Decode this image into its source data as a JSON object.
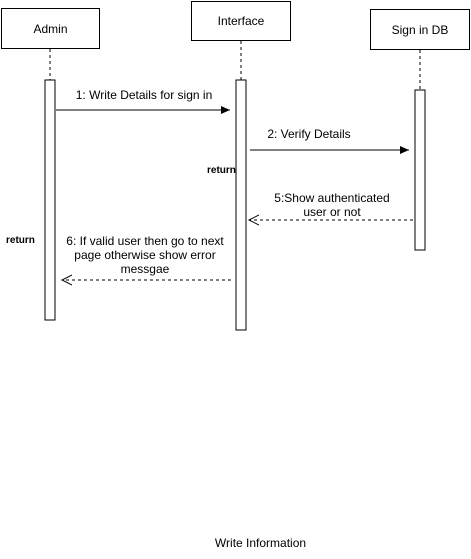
{
  "lifelines": [
    {
      "name": "Admin"
    },
    {
      "name": "Interface"
    },
    {
      "name": "Sign in DB"
    }
  ],
  "messages": [
    {
      "lines": [
        "1: Write Details for sign in"
      ],
      "style": "solid"
    },
    {
      "lines": [
        "2: Verify Details"
      ],
      "style": "solid"
    },
    {
      "lines": [
        "5:Show authenticated",
        "user or not"
      ],
      "style": "dashed"
    },
    {
      "lines": [
        "6: If valid user then go to next",
        "page otherwise show error",
        "messgae"
      ],
      "style": "dashed"
    }
  ],
  "return_labels": [
    "return",
    "return"
  ],
  "caption": "Write Information"
}
